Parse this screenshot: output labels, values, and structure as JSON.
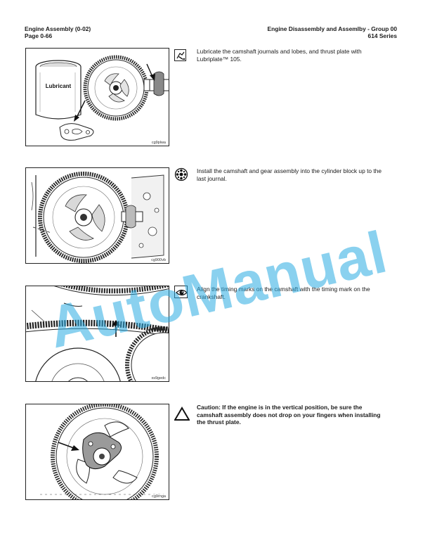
{
  "header": {
    "left_line1": "Engine Assembly (0-02)",
    "left_line2": "Page 0-66",
    "right_line1": "Engine Disassembly and Assemlby - Group 00",
    "right_line2": "614 Series"
  },
  "steps": [
    {
      "figure_code": "cg9plwa",
      "figure_label": "Lubricant",
      "icon": "lubricate-icon",
      "text": "Lubricate the camshaft journals and lobes, and thrust plate with Lubriplate™ 105."
    },
    {
      "figure_code": "cg900vb",
      "icon": "assembly-icon",
      "text": "Install the camshaft and gear assembly into the cylinder block up to the last journal."
    },
    {
      "figure_code": "xs9gedc",
      "icon": "eye-inspect-icon",
      "text": "Align the timing marks on the camshaft with the timing mark on the crankshaft."
    },
    {
      "figure_code": "cg9rnga",
      "icon": "caution-triangle-icon",
      "text": "Caution: If the engine is in the vertical position, be sure the camshaft assembly does not drop on your fingers when installing the thrust plate."
    }
  ],
  "watermark": "AutoManual"
}
